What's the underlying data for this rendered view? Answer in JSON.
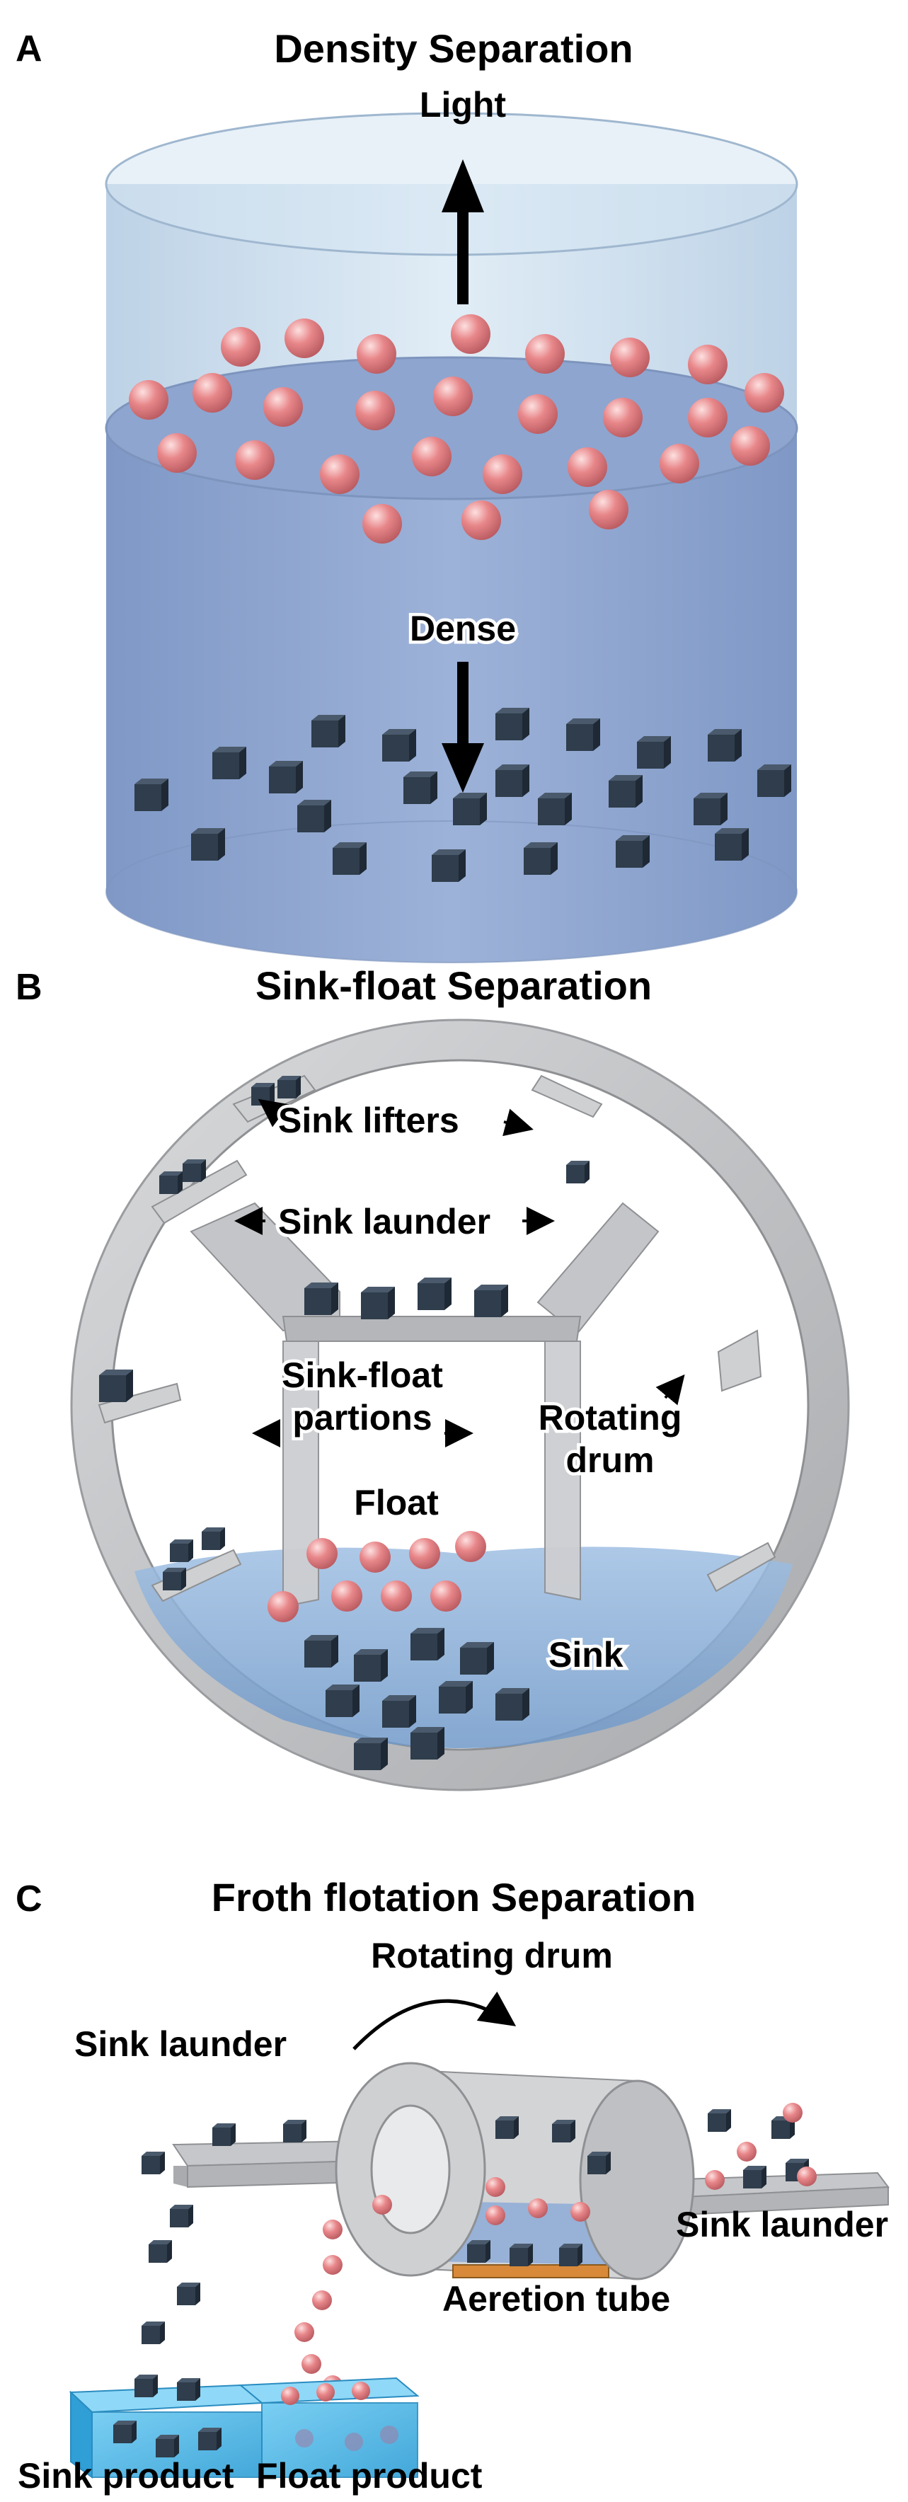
{
  "panels": [
    {
      "letter": "A",
      "title": "Density Separation"
    },
    {
      "letter": "B",
      "title": "Sink-float Separation"
    },
    {
      "letter": "C",
      "title": "Froth flotation Separation"
    }
  ],
  "panel_a": {
    "light_label": "Light",
    "dense_label": "Dense"
  },
  "panel_b": {
    "sink_lifters": "Sink lifters",
    "sink_launder": "Sink launder",
    "partitions_line1": "Sink-float",
    "partitions_line2": "partions",
    "rotating_line1": "Rotating",
    "rotating_line2": "drum",
    "float_label": "Float",
    "sink_label": "Sink"
  },
  "panel_c": {
    "rotating_drum": "Rotating drum",
    "sink_launder_left": "Sink launder",
    "sink_launder_right": "Sink launder",
    "aeration_tube": "Aeretion tube",
    "sink_product": "Sink product",
    "float_product": "Float product"
  },
  "colors": {
    "sphere": "#e8878a",
    "cube": "#2f3d4c",
    "liquid": "#8da6cf",
    "drum": "#c8c9cb",
    "tank": "#4fb6e6"
  }
}
